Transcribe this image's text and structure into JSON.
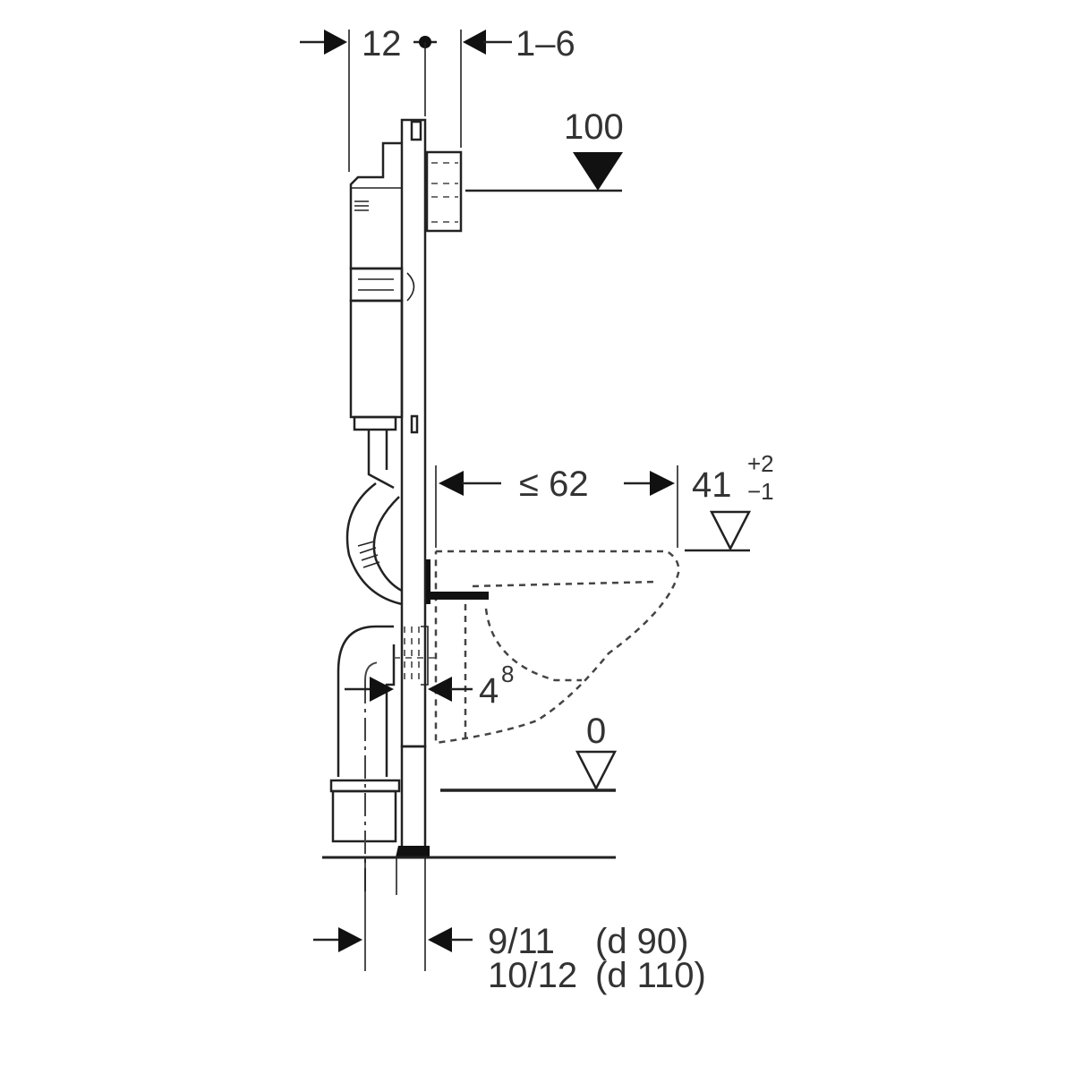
{
  "diagram": {
    "dimensions": {
      "top_left": "12",
      "top_right": "1–6",
      "actuation_height": "100",
      "projection": "≤ 62",
      "seat_height": "41",
      "seat_tolerance_plus": "+2",
      "seat_tolerance_minus": "−1",
      "floor_level": "0",
      "bottom_offset": "4",
      "bottom_offset_sup": "8",
      "depth_small": "9/11",
      "depth_small_pipe": "(d 90)",
      "depth_large": "10/12",
      "depth_large_pipe": "(d 110)"
    }
  }
}
